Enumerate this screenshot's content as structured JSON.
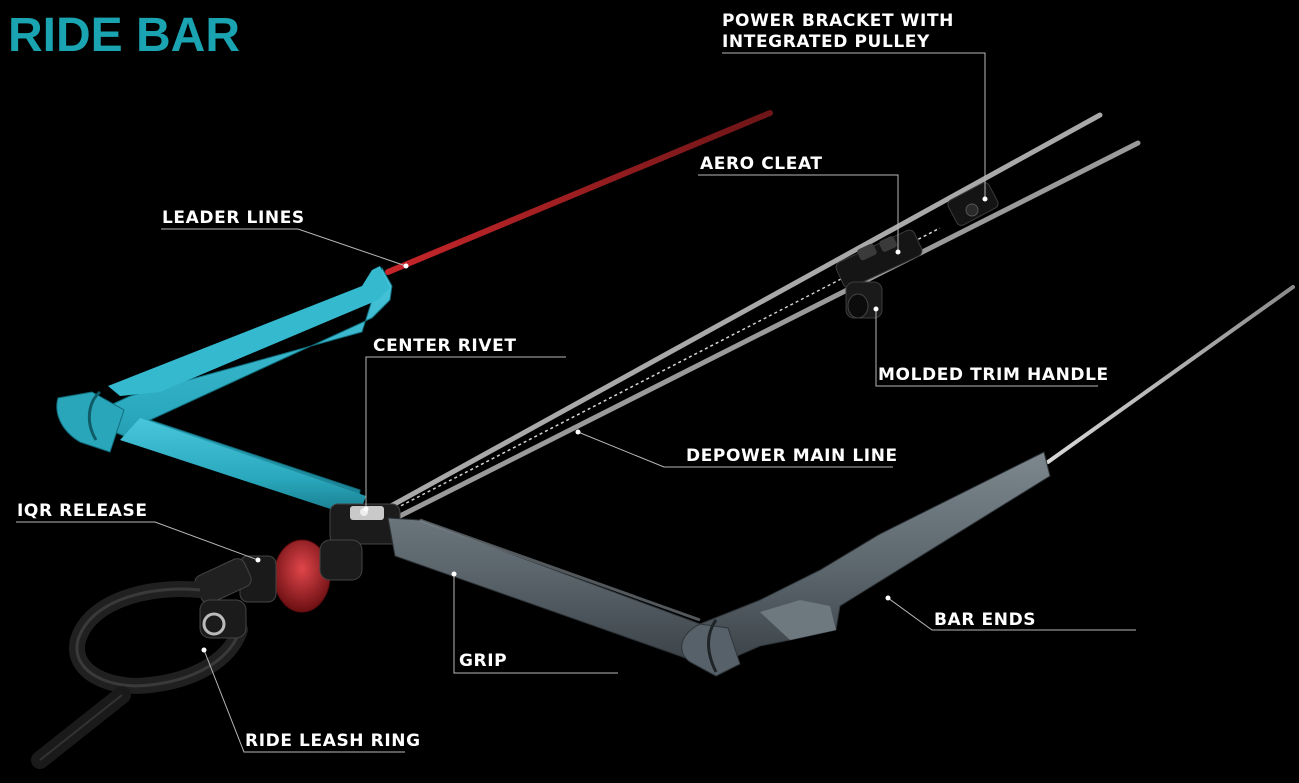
{
  "title": "RIDE BAR",
  "colors": {
    "title": "#1aa3b0",
    "background": "#000000",
    "label": "#ffffff",
    "leader_line": "#b8b8b8",
    "bar_left": "#2db3c9",
    "bar_right": "#5f6970",
    "leader_lines": "#b82424",
    "iqr_release": "#a81d22"
  },
  "labels": {
    "power_bracket_line1": "POWER BRACKET WITH",
    "power_bracket_line2": "INTEGRATED PULLEY",
    "aero_cleat": "AERO CLEAT",
    "leader_lines": "LEADER LINES",
    "center_rivet": "CENTER RIVET",
    "molded_trim_handle": "MOLDED TRIM HANDLE",
    "depower_main_line": "DEPOWER MAIN LINE",
    "iqr_release": "IQR RELEASE",
    "bar_ends": "BAR ENDS",
    "grip": "GRIP",
    "ride_leash_ring": "RIDE LEASH RING"
  }
}
